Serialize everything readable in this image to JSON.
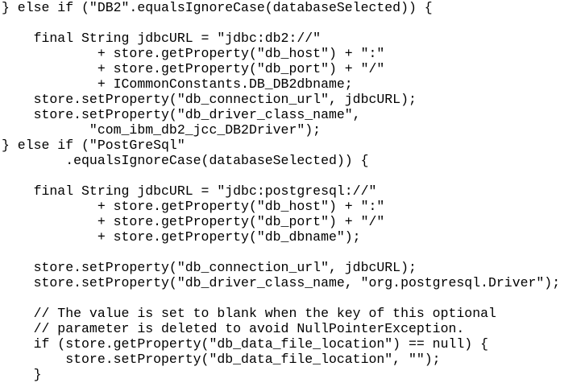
{
  "code_block": {
    "language": "java",
    "lines": [
      "} else if (\"DB2\".equalsIgnoreCase(databaseSelected)) {",
      "",
      "    final String jdbcURL = \"jdbc:db2://\"",
      "            + store.getProperty(\"db_host\") + \":\"",
      "            + store.getProperty(\"db_port\") + \"/\"",
      "            + ICommonConstants.DB_DB2dbname;",
      "    store.setProperty(\"db_connection_url\", jdbcURL);",
      "    store.setProperty(\"db_driver_class_name\",",
      "           \"com_ibm_db2_jcc_DB2Driver\");",
      "} else if (\"PostGreSql\"",
      "        .equalsIgnoreCase(databaseSelected)) {",
      "",
      "    final String jdbcURL = \"jdbc:postgresql://\"",
      "            + store.getProperty(\"db_host\") + \":\"",
      "            + store.getProperty(\"db_port\") + \"/\"",
      "            + store.getProperty(\"db_dbname\");",
      "",
      "    store.setProperty(\"db_connection_url\", jdbcURL);",
      "    store.setProperty(\"db_driver_class_name, \"org.postgresql.Driver\");",
      "",
      "    // The value is set to blank when the key of this optional",
      "    // parameter is deleted to avoid NullPointerException.",
      "    if (store.getProperty(\"db_data_file_location\") == null) {",
      "        store.setProperty(\"db_data_file_location\", \"\");",
      "    }"
    ]
  }
}
